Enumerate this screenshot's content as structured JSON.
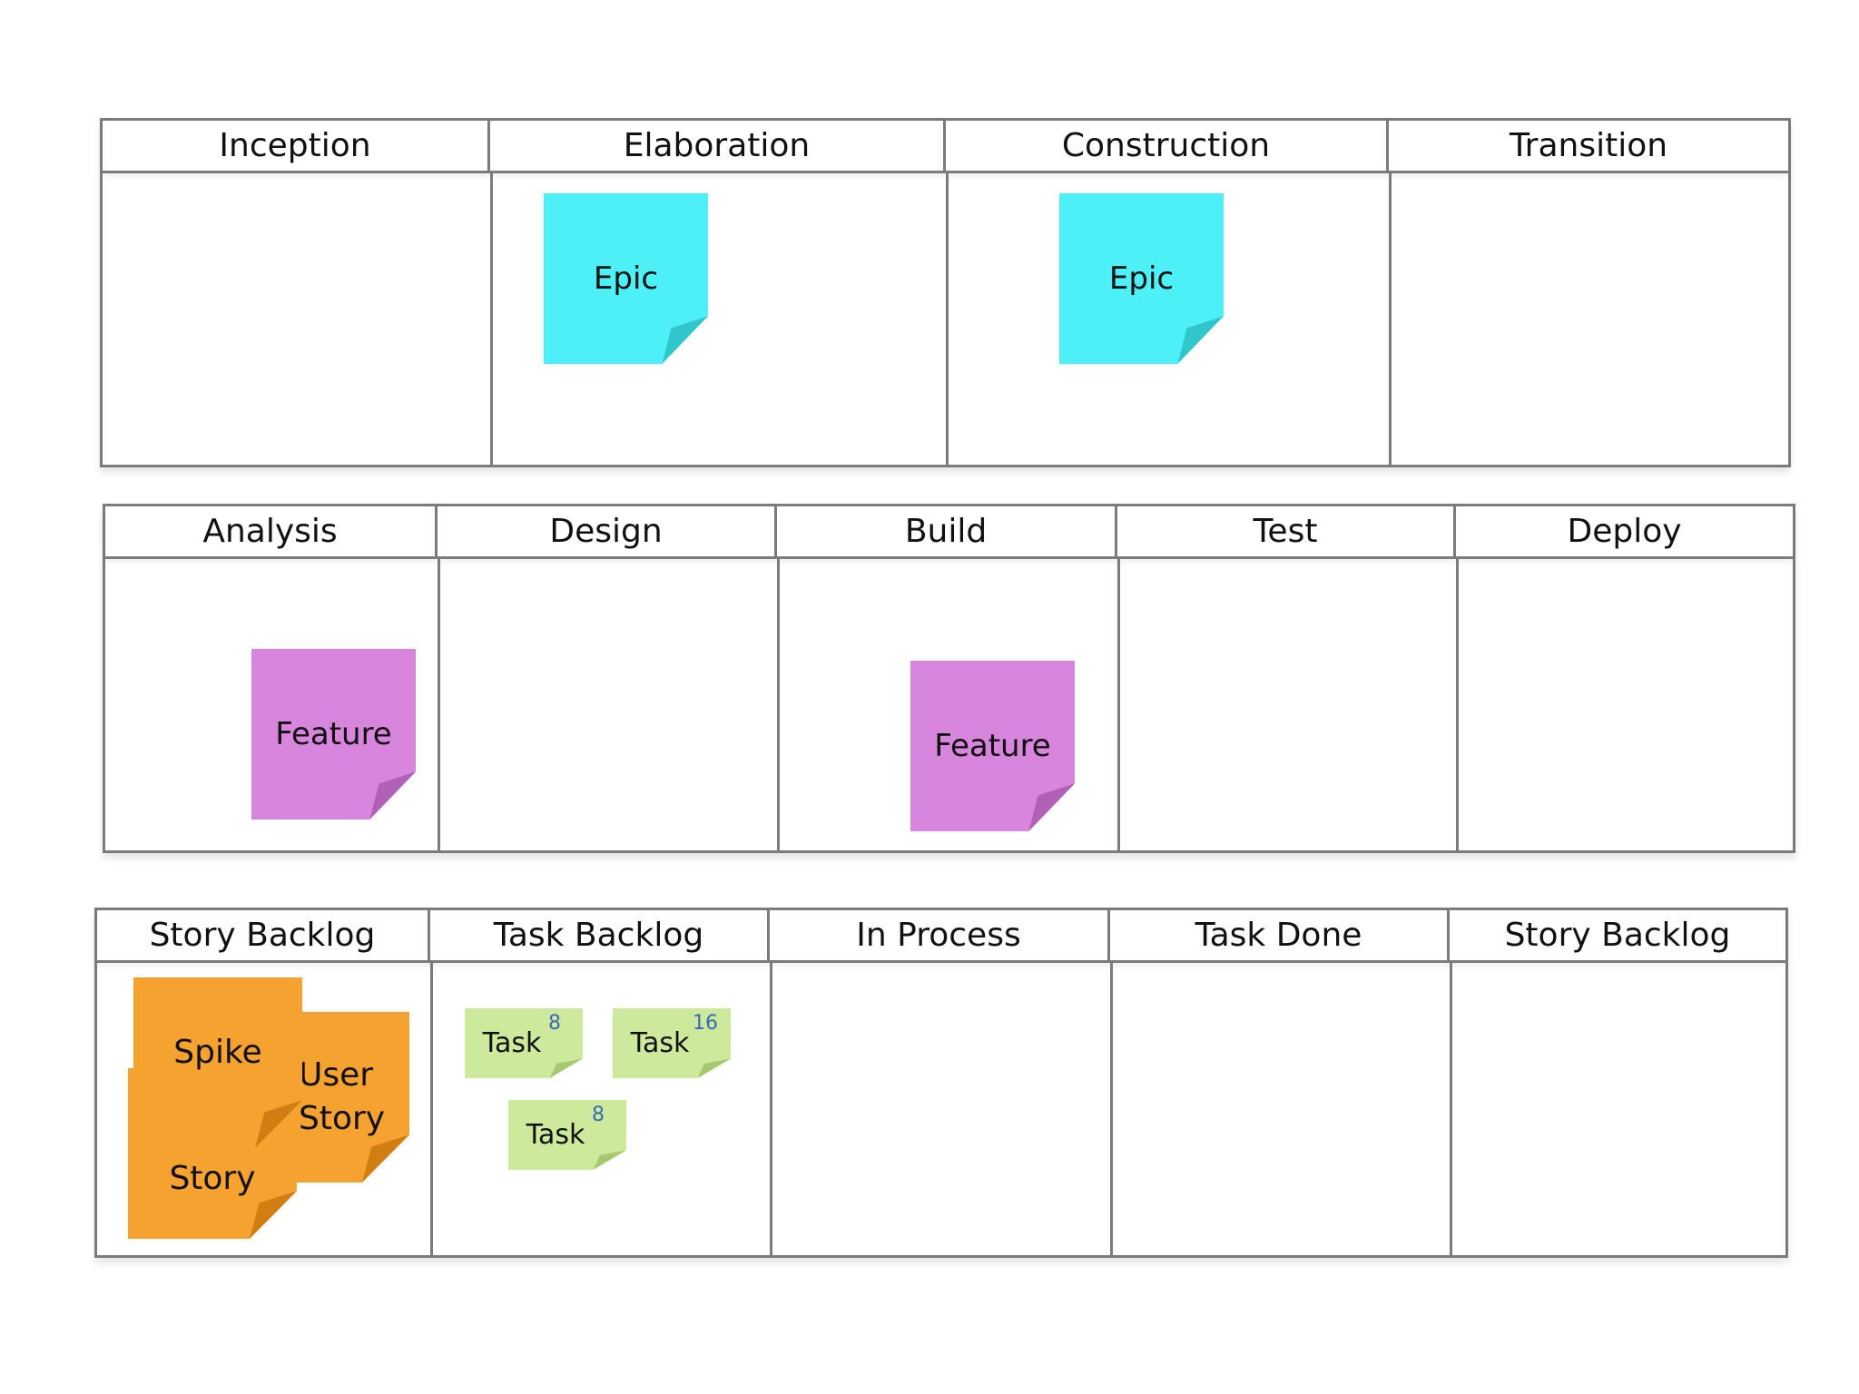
{
  "boards": [
    {
      "name": "phases",
      "columns": [
        "Inception",
        "Elaboration",
        "Construction",
        "Transition"
      ],
      "notes": [
        {
          "kind": "epic",
          "label": "Epic"
        },
        {
          "kind": "epic",
          "label": "Epic"
        }
      ]
    },
    {
      "name": "feature-flow",
      "columns": [
        "Analysis",
        "Design",
        "Build",
        "Test",
        "Deploy"
      ],
      "notes": [
        {
          "kind": "feature",
          "label": "Feature"
        },
        {
          "kind": "feature",
          "label": "Feature"
        }
      ]
    },
    {
      "name": "task-board",
      "columns": [
        "Story Backlog",
        "Task Backlog",
        "In Process",
        "Task Done",
        "Story Backlog"
      ],
      "notes": [
        {
          "kind": "story",
          "label": "User Story"
        },
        {
          "kind": "story",
          "label": "Story"
        },
        {
          "kind": "story",
          "label": "Spike"
        },
        {
          "kind": "task",
          "label": "Task",
          "points": "8"
        },
        {
          "kind": "task",
          "label": "Task",
          "points": "16"
        },
        {
          "kind": "task",
          "label": "Task",
          "points": "8"
        }
      ]
    }
  ],
  "colors": {
    "epic": "#4cf0f6",
    "feature": "#d886dd",
    "story": "#f5a230",
    "task": "#cdea9c",
    "border": "#7b7b7b"
  }
}
